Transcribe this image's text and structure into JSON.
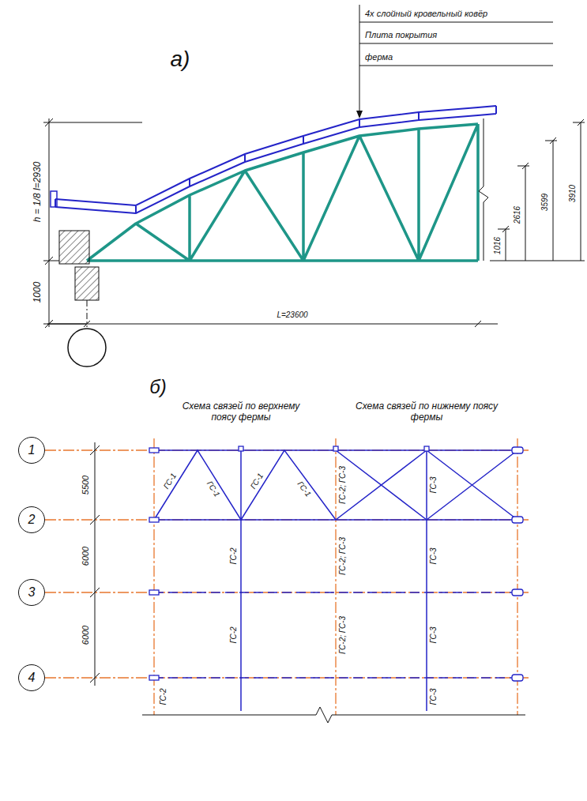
{
  "diagram": {
    "nodes": [
      {
        "text": [
          "1"
        ]
      },
      {
        "text": [
          "2"
        ]
      },
      {
        "text": [
          "3"
        ]
      },
      {
        "text": [
          "4"
        ]
      }
    ],
    "labels": [
      "а)",
      "4х слойный кровельный ковёр",
      "Плита покрытия",
      "ферма",
      "h = 1/8 l=2930",
      "1000",
      "1016",
      "2616",
      "3599",
      "3910",
      "L=23600",
      "б)",
      "Схема связей по верхнему поясу фермы",
      "Схема связей по нижнему поясу фермы",
      "5500",
      "6000",
      "6000",
      "ГС-1",
      "ГС-1",
      "ГС-1",
      "ГС-1",
      "ГС-2; ГС-3",
      "ГС-3",
      "ГС-2",
      "ГС-2; ГС-3",
      "ГС-3",
      "ГС-2",
      "ГС-2; ГС-3",
      "ГС-3",
      "ГС-2",
      "ГС-3"
    ]
  }
}
